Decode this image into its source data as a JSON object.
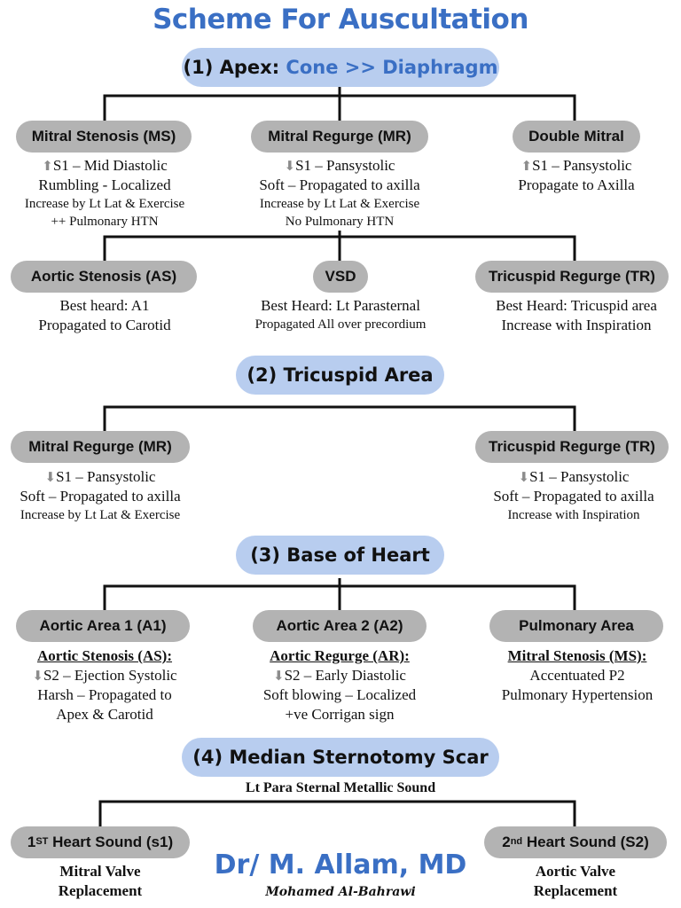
{
  "title": "Scheme For Auscultation",
  "sections": {
    "apex": {
      "label": "(1) Apex: ",
      "highlight": "Cone >> Diaphragm"
    },
    "tricuspid": {
      "label": "(2) Tricuspid Area"
    },
    "base": {
      "label": "(3) Base of Heart"
    },
    "scar": {
      "label": "(4) Median Sternotomy Scar",
      "subtitle": "Lt Para Sternal Metallic Sound"
    }
  },
  "apex_row1": [
    {
      "pill": "Mitral Stenosis (MS)",
      "arrow": "up",
      "l1": "S1 – Mid Diastolic",
      "l2": "Rumbling - Localized",
      "l3": "Increase by Lt Lat & Exercise",
      "l4": "++ Pulmonary HTN"
    },
    {
      "pill": "Mitral Regurge (MR)",
      "arrow": "down",
      "l1": "S1 – Pansystolic",
      "l2": "Soft – Propagated to axilla",
      "l3": "Increase by Lt Lat & Exercise",
      "l4": "No Pulmonary HTN"
    },
    {
      "pill": "Double Mitral",
      "arrow": "up",
      "l1": "S1 – Pansystolic",
      "l2": "Propagate to Axilla"
    }
  ],
  "apex_row2": [
    {
      "pill": "Aortic Stenosis (AS)",
      "l1": "Best heard: A1",
      "l2": "Propagated to Carotid"
    },
    {
      "pill": "VSD",
      "l1": "Best Heard: Lt Parasternal",
      "l2": "Propagated All over precordium"
    },
    {
      "pill": "Tricuspid Regurge (TR)",
      "l1": "Best Heard: Tricuspid area",
      "l2": "Increase with Inspiration"
    }
  ],
  "tricuspid_row": [
    {
      "pill": "Mitral Regurge (MR)",
      "arrow": "down",
      "l1": "S1 – Pansystolic",
      "l2": "Soft – Propagated to axilla",
      "l3": "Increase by Lt Lat & Exercise"
    },
    {
      "pill": "Tricuspid Regurge (TR)",
      "arrow": "down",
      "l1": "S1 – Pansystolic",
      "l2": "Soft – Propagated to axilla",
      "l3": "Increase with Inspiration"
    }
  ],
  "base_row": [
    {
      "pill": "Aortic Area 1 (A1)",
      "head": "Aortic Stenosis (AS):",
      "arrow": "down",
      "l1": "S2 – Ejection Systolic",
      "l2": "Harsh – Propagated to",
      "l3": "Apex & Carotid"
    },
    {
      "pill": "Aortic Area 2 (A2)",
      "head": "Aortic Regurge (AR):",
      "arrow": "down",
      "l1": "S2 – Early Diastolic",
      "l2": "Soft blowing – Localized",
      "l3": "+ve Corrigan sign"
    },
    {
      "pill": "Pulmonary Area",
      "head": "Mitral Stenosis (MS):",
      "l1": "Accentuated P2",
      "l2": "Pulmonary Hypertension"
    }
  ],
  "scar_row": [
    {
      "pill_num": "1",
      "pill_sup": "ST",
      "pill_rest": " Heart Sound (s1)",
      "l1": "Mitral Valve",
      "l2": "Replacement"
    },
    {
      "pill_num": "2",
      "pill_sup": "nd",
      "pill_rest": " Heart Sound (S2)",
      "l1": "Aortic Valve",
      "l2": "Replacement"
    }
  ],
  "author": "Dr/ M. Allam, MD",
  "signature": "Mohamed Al-Bahrawi",
  "icons": {
    "up": "arrow-up-icon",
    "down": "arrow-down-icon"
  },
  "colors": {
    "title": "#3a6fc4",
    "section_bg": "#b8cdef",
    "pill_bg": "#b3b3b3",
    "arrow": "#8c8c8c"
  }
}
